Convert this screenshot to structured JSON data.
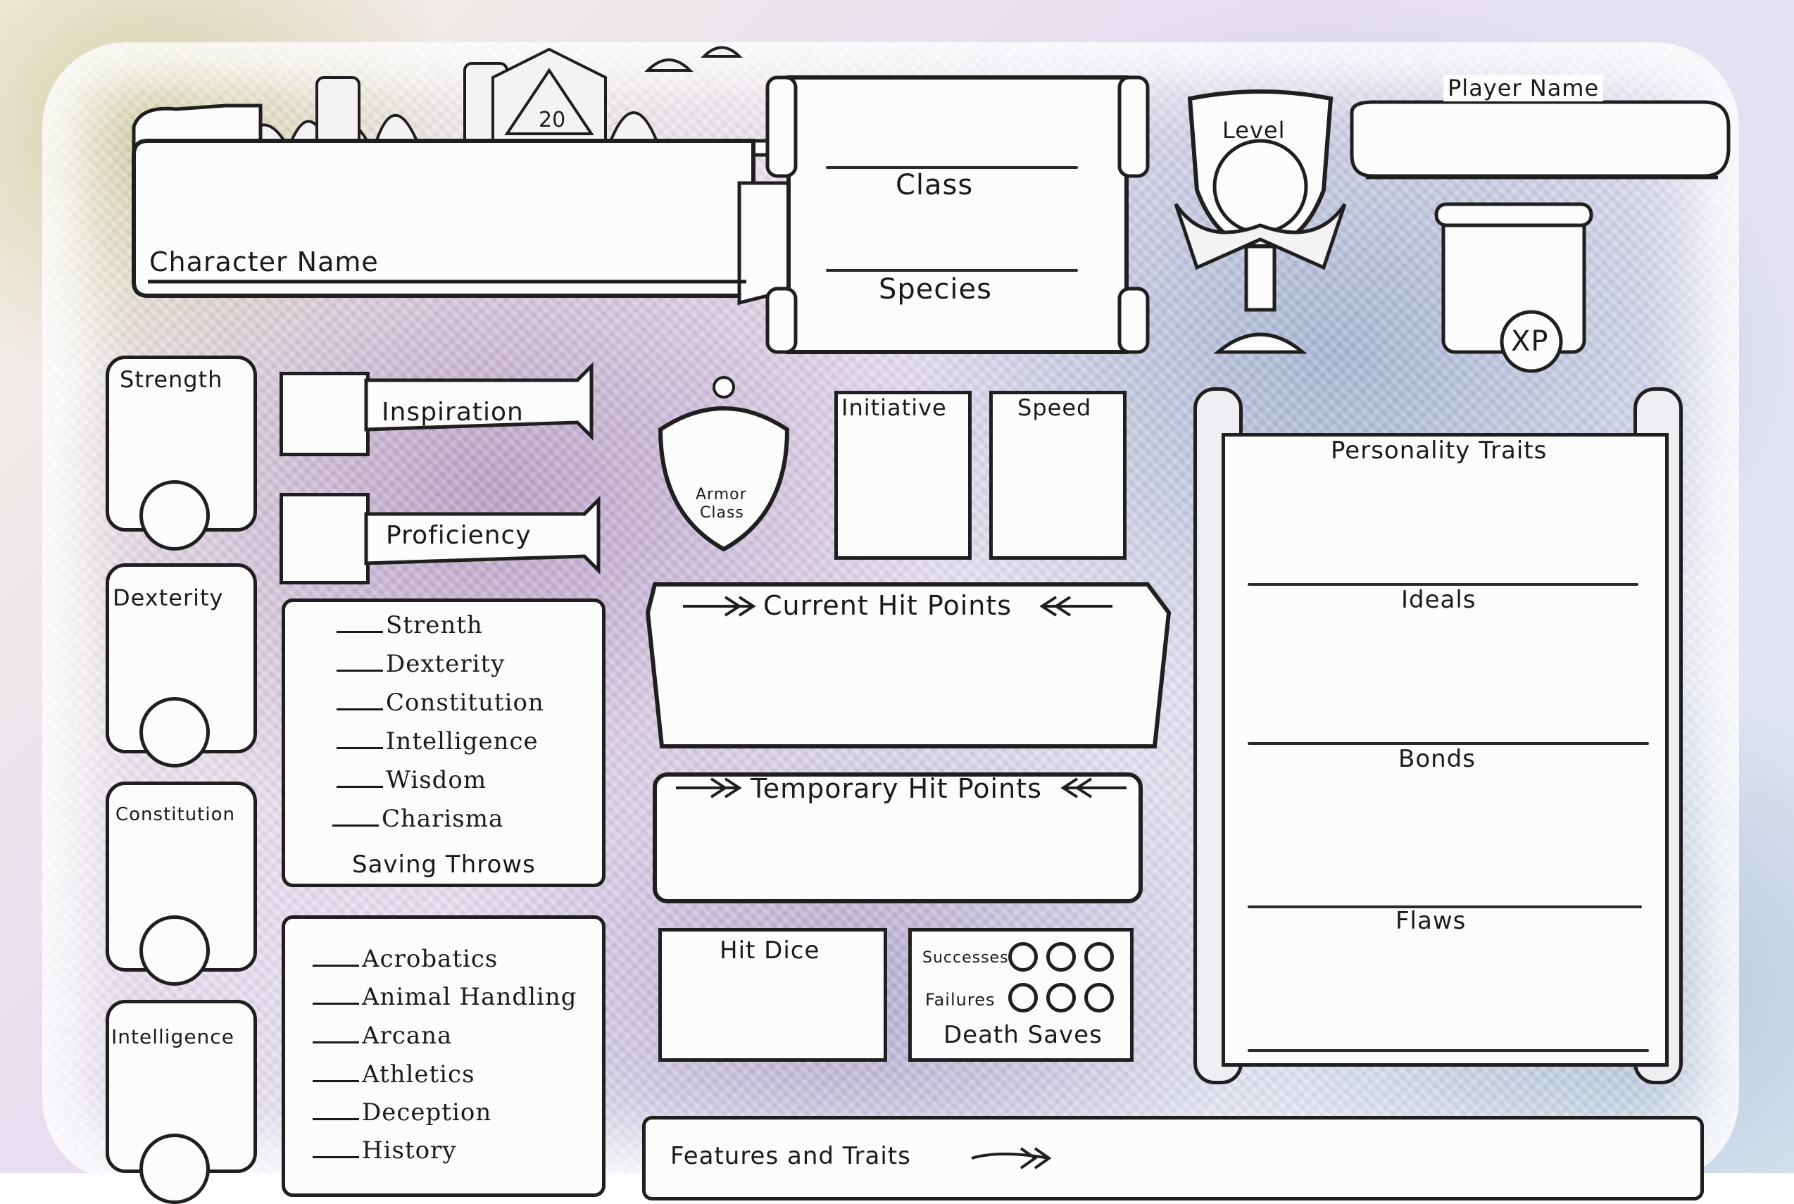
{
  "sheet": {
    "character_name_label": "Character Name",
    "class_label": "Class",
    "species_label": "Species",
    "level_label": "Level",
    "player_name_label": "Player Name",
    "xp_label": "XP",
    "inspiration_label": "Inspiration",
    "proficiency_label": "Proficiency",
    "armor_class_label_1": "Armor",
    "armor_class_label_2": "Class",
    "initiative_label": "Initiative",
    "speed_label": "Speed",
    "current_hp_label": "Current Hit Points",
    "temp_hp_label": "Temporary Hit Points",
    "hit_dice_label": "Hit Dice",
    "death_saves": {
      "successes_label": "Successes",
      "failures_label": "Failures",
      "title": "Death Saves"
    },
    "personality": {
      "traits": "Personality Traits",
      "ideals": "Ideals",
      "bonds": "Bonds",
      "flaws": "Flaws"
    },
    "features_label": "Features and Traits",
    "abilities": [
      {
        "label": "Strength"
      },
      {
        "label": "Dexterity"
      },
      {
        "label": "Constitution"
      },
      {
        "label": "Intelligence"
      }
    ],
    "saving_throws": {
      "title": "Saving Throws",
      "items": [
        "Strenth",
        "Dexterity",
        "Constitution",
        "Intelligence",
        "Wisdom",
        "Charisma"
      ]
    },
    "skills": [
      "Acrobatics",
      "Animal Handling",
      "Arcana",
      "Athletics",
      "Deception",
      "History"
    ]
  },
  "colors": {
    "ink": "#1f1f1f",
    "paper": "#fdfcfd",
    "wash_yellow": "#bebA78",
    "wash_purple": "#966eaa",
    "wash_blue": "#7896be"
  }
}
